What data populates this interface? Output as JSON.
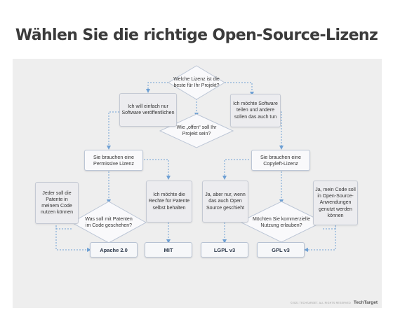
{
  "title": "Wählen Sie die richtige Open-Source-Lizenz",
  "nodes": {
    "q_start": "Welche Lizenz ist die beste für Ihr Projekt?",
    "q_open": "Wie „offen“ soll Ihr Projekt sein?",
    "q_patents": "Was soll mit Patenten im Code geschehen?",
    "q_commercial": "Möchten Sie kommerzielle Nutzung erlauben?",
    "permissive": "Sie brauchen eine Permissive Lizenz",
    "copyleft": "Sie brauchen eine Copyleft-Lizenz"
  },
  "options": {
    "publish_only": "Ich will einfach nur Software veröffentlichen",
    "share_software": "Ich möchte Software teilen und andere sollen das auch tun",
    "use_patents": "Jeder soll die Patente in meinem Code nutzen können",
    "keep_rights": "Ich möchte die Rechte für Patente selbst behalten",
    "yes_open_source": "Ja, aber nur, wenn das auch Open Source geschieht",
    "yes_any": "Ja, mein Code soll in Open-Source-Anwendungen genutzt werden können"
  },
  "results": {
    "apache": "Apache 2.0",
    "mit": "MIT",
    "lgpl": "LGPL v3",
    "gpl": "GPL v3"
  },
  "footer": {
    "copyright": "©2021 TECHTARGET. ALL RIGHTS RESERVED",
    "logo": "TechTarget"
  },
  "colors": {
    "connector": "#6ea0d4",
    "box_border": "#bcc6d6",
    "panel": "#eeeeee"
  }
}
